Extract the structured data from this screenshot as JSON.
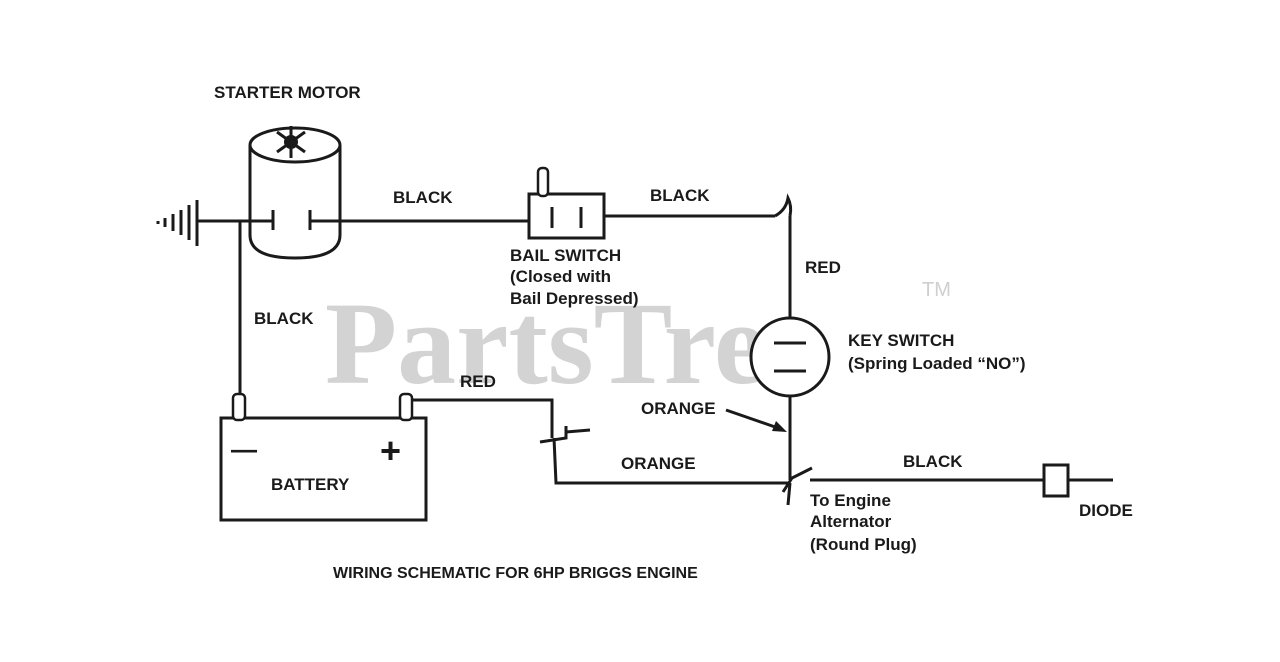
{
  "watermark": {
    "text": "PartsTree",
    "trademark": "TM"
  },
  "components": {
    "starter_motor": "STARTER MOTOR",
    "bail_switch": {
      "name": "BAIL SWITCH",
      "note_line1": "(Closed with",
      "note_line2": "Bail Depressed)"
    },
    "key_switch": {
      "name": "KEY SWITCH",
      "note": "(Spring Loaded “NO”)"
    },
    "battery": {
      "name": "BATTERY",
      "negative": "—",
      "positive": "+"
    },
    "alternator": {
      "line1": "To Engine",
      "line2": "Alternator",
      "line3": "(Round Plug)"
    },
    "diode": "DIODE"
  },
  "wires": {
    "motor_to_bail": "BLACK",
    "bail_to_key": "BLACK",
    "ground_to_battery": "BLACK",
    "key_feed": "RED",
    "battery_positive": "RED",
    "orange_callout": "ORANGE",
    "orange_bottom": "ORANGE",
    "to_diode": "BLACK"
  },
  "caption": "WIRING SCHEMATIC FOR 6HP BRIGGS ENGINE"
}
